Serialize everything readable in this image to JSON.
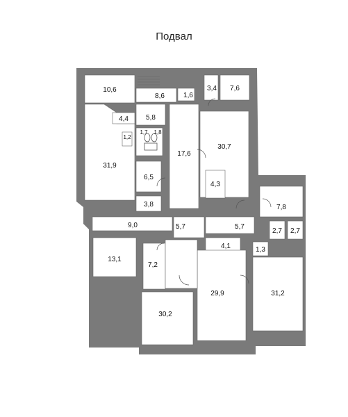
{
  "title": "Подвал",
  "rooms": [
    {
      "id": "r1",
      "label": "10,6"
    },
    {
      "id": "r2",
      "label": "8,6"
    },
    {
      "id": "r3",
      "label": "1,6"
    },
    {
      "id": "r4",
      "label": "3,4"
    },
    {
      "id": "r5",
      "label": "7,6"
    },
    {
      "id": "r6",
      "label": "4,4"
    },
    {
      "id": "r7",
      "label": "5,8"
    },
    {
      "id": "r8",
      "label": "1,2"
    },
    {
      "id": "r9",
      "label": "1,7"
    },
    {
      "id": "r10",
      "label": "1,8"
    },
    {
      "id": "r11",
      "label": "31,9"
    },
    {
      "id": "r12",
      "label": "17,6"
    },
    {
      "id": "r13",
      "label": "30,7"
    },
    {
      "id": "r14",
      "label": "6,5"
    },
    {
      "id": "r15",
      "label": "4,3"
    },
    {
      "id": "r16",
      "label": "3,8"
    },
    {
      "id": "r17",
      "label": "7,8"
    },
    {
      "id": "r18",
      "label": "9,0"
    },
    {
      "id": "r19",
      "label": "5,7"
    },
    {
      "id": "r20",
      "label": "5,7"
    },
    {
      "id": "r21",
      "label": "2,7"
    },
    {
      "id": "r22",
      "label": "2,7"
    },
    {
      "id": "r23",
      "label": "13,1"
    },
    {
      "id": "r24",
      "label": "4,1"
    },
    {
      "id": "r25",
      "label": "1,3"
    },
    {
      "id": "r26",
      "label": "7,2"
    },
    {
      "id": "r27",
      "label": "29,9"
    },
    {
      "id": "r28",
      "label": "31,2"
    },
    {
      "id": "r29",
      "label": "30,2"
    }
  ],
  "colors": {
    "wall": "#7a7a7a",
    "floor": "#ffffff",
    "line": "#555555",
    "text": "#111111"
  }
}
